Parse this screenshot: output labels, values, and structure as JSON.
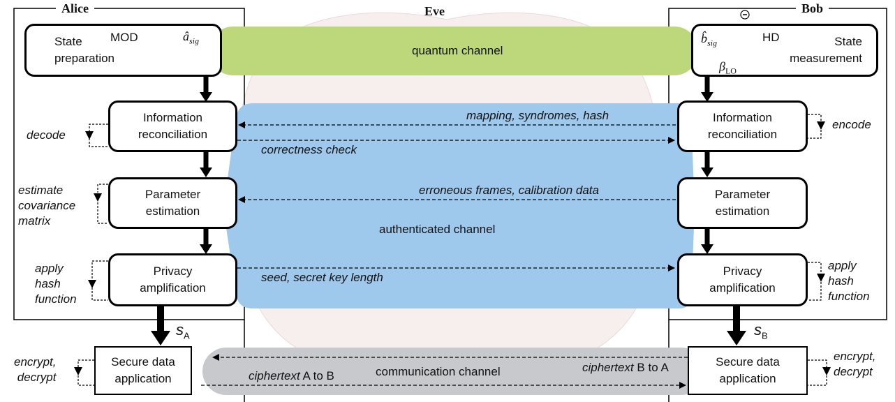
{
  "parties": {
    "alice": "Alice",
    "eve": "Eve",
    "bob": "Bob"
  },
  "channels": {
    "quantum": "quantum channel",
    "authenticated": "authenticated channel",
    "communication": "communication channel"
  },
  "alice": {
    "state_prep": [
      "State",
      "preparation"
    ],
    "mod_label": "MOD",
    "signal_symbol": "â",
    "signal_sub": "sig",
    "info_rec": [
      "Information",
      "reconciliation"
    ],
    "param_est": [
      "Parameter",
      "estimation"
    ],
    "privacy_amp": [
      "Privacy",
      "amplification"
    ],
    "secure_app": [
      "Secure data",
      "application"
    ],
    "key_symbol": "s",
    "key_sub": "A",
    "side_decode": "decode",
    "side_estimate": [
      "estimate",
      "covariance",
      "matrix"
    ],
    "side_hash": [
      "apply",
      "hash",
      "function"
    ],
    "side_encrypt": [
      "encrypt,",
      "decrypt"
    ]
  },
  "bob": {
    "state_meas": [
      "State",
      "measurement"
    ],
    "hd_label": "HD",
    "signal_symbol": "b̂",
    "signal_sub": "sig",
    "lo_symbol": "β",
    "lo_sub": "LO",
    "info_rec": [
      "Information",
      "reconciliation"
    ],
    "param_est": [
      "Parameter",
      "estimation"
    ],
    "privacy_amp": [
      "Privacy",
      "amplification"
    ],
    "secure_app": [
      "Secure data",
      "application"
    ],
    "key_symbol": "s",
    "key_sub": "B",
    "side_encode": "encode",
    "side_hash": [
      "apply",
      "hash",
      "function"
    ],
    "side_encrypt": [
      "encrypt,",
      "decrypt"
    ]
  },
  "messages": {
    "mapping": "mapping, syndromes, hash",
    "correctness": "correctness check",
    "erroneous": "erroneous frames, calibration data",
    "seed": "seed, secret key length",
    "cipher_a_word": "ciphertext",
    "cipher_a_rest": " A to B",
    "cipher_b_word": "ciphertext",
    "cipher_b_rest": " B to A"
  },
  "colors": {
    "quantum": "#bcd87a",
    "authenticated": "#9ec8ec",
    "communication": "#c7c9cc",
    "eve_blob": "#f7eeee"
  }
}
